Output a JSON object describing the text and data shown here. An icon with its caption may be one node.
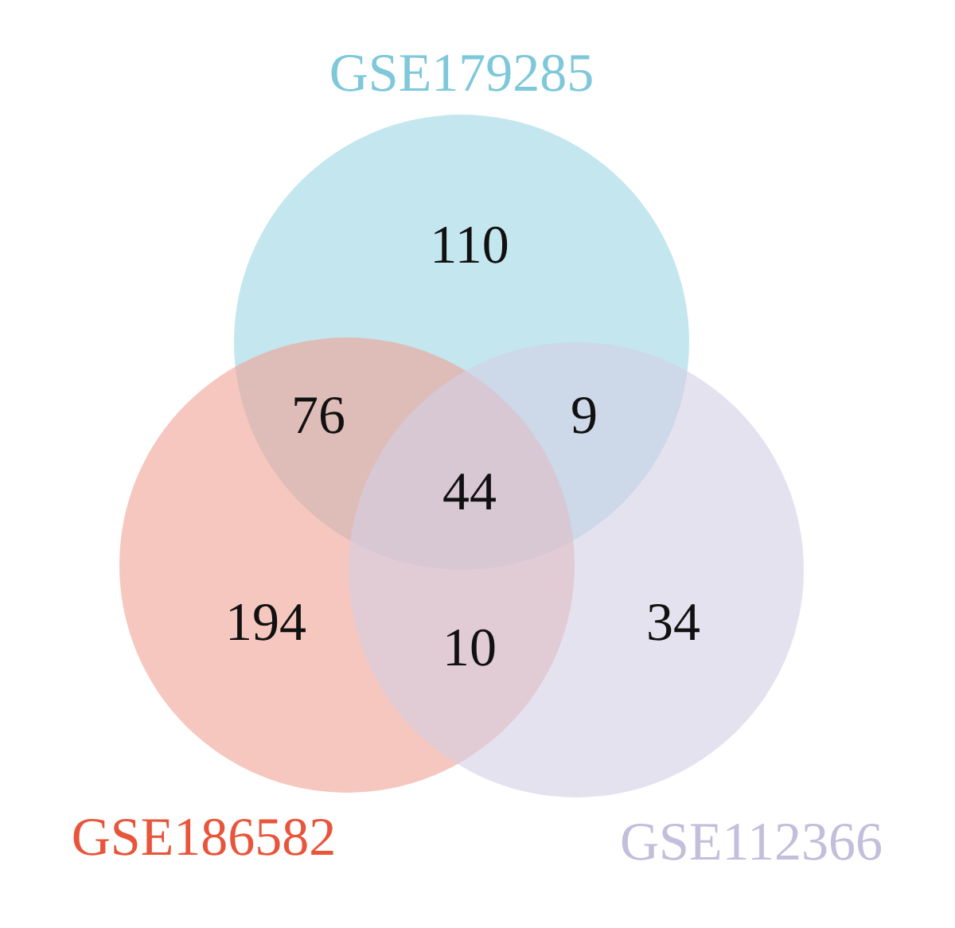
{
  "diagram": {
    "nodes": [
      {
        "text": [
          "GSE179285"
        ]
      },
      {
        "text": [
          "GSE186582"
        ]
      },
      {
        "text": [
          "GSE112366"
        ]
      }
    ],
    "labels": [
      "110",
      "76",
      "9",
      "44",
      "194",
      "10",
      "34"
    ]
  }
}
